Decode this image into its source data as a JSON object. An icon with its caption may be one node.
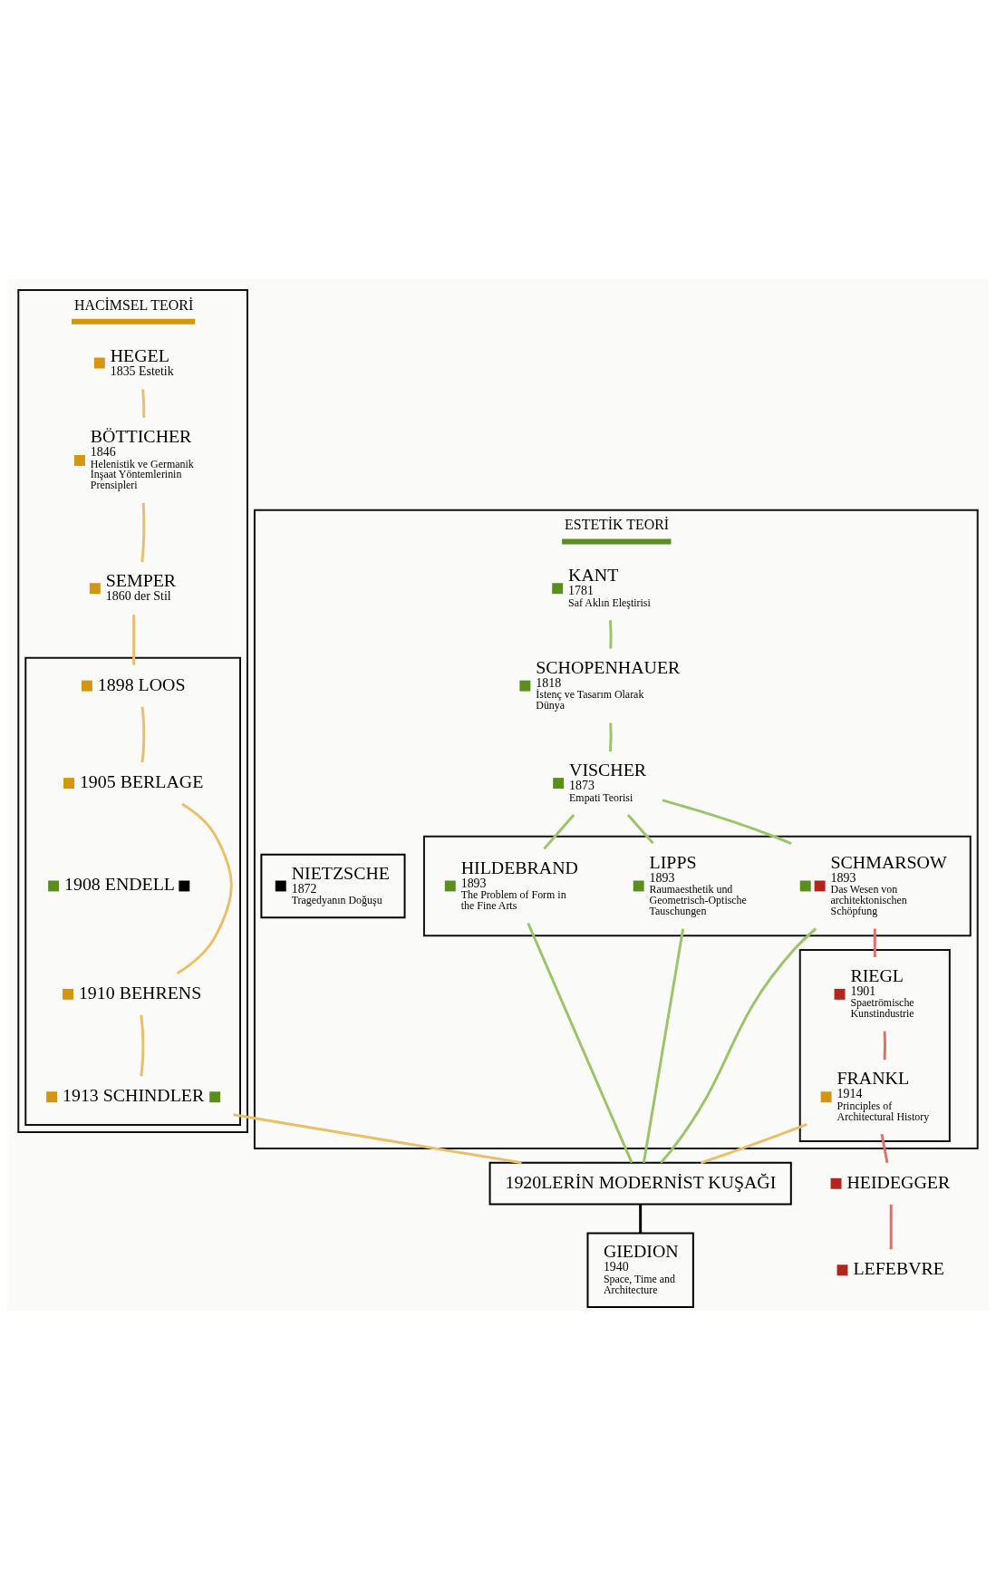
{
  "diagram": {
    "nodes": [
      {
        "text": [
          "HACİMSEL TEORİ"
        ]
      },
      {
        "text": [
          "ESTETİK TEORİ"
        ]
      },
      {
        "text": [
          "HEGEL",
          "1835 Estetik"
        ],
        "in": 0
      },
      {
        "text": [
          "BÖTTICHER",
          "1846",
          "Helenistik ve Germanik İnşaat Yöntemlerinin Prensipleri"
        ],
        "in": 0
      },
      {
        "text": [
          "SEMPER",
          "1860 der Stil"
        ],
        "in": 0
      },
      {
        "text": [],
        "shape": "box",
        "in": 0
      },
      {
        "text": [
          "1898 LOOS"
        ],
        "in": 5
      },
      {
        "text": [
          "1905 BERLAGE"
        ],
        "in": 5
      },
      {
        "text": [
          "1908 ENDELL"
        ],
        "in": 5
      },
      {
        "text": [
          "1910 BEHRENS"
        ],
        "in": 5
      },
      {
        "text": [
          "1913 SCHINDLER"
        ],
        "in": 5
      },
      {
        "text": [
          "KANT",
          "1781",
          "Saf Aklın Eleştirisi"
        ],
        "in": 1
      },
      {
        "text": [
          "SCHOPENHAUER",
          "1818",
          "İstenç ve Tasarım Olarak Dünya"
        ],
        "in": 1
      },
      {
        "text": [
          "VISCHER",
          "1873",
          "Empati Teorisi"
        ],
        "in": 1
      },
      {
        "text": [
          "NIETZSCHE",
          "1872",
          "Tragedyanın Doğuşu"
        ],
        "in": 1
      },
      {
        "text": [],
        "shape": "box",
        "in": 1
      },
      {
        "text": [
          "HILDEBRAND",
          "1893",
          "The Problem of Form in the Fine Arts"
        ],
        "in": 15
      },
      {
        "text": [
          "LIPPS",
          "1893",
          "Raumaesthetik und Geometrisch-Optische Tauschungen"
        ],
        "in": 15
      },
      {
        "text": [
          "SCHMARSOW",
          "1893",
          "Das Wesen von architektonischen Schöpfung"
        ],
        "in": 15
      },
      {
        "text": [],
        "shape": "box",
        "in": 1
      },
      {
        "text": [
          "RIEGL",
          "1901",
          "Spaetrömische Kunstindustrie"
        ],
        "in": 19
      },
      {
        "text": [
          "FRANKL",
          "1914",
          "Principles of Architectural History"
        ],
        "in": 19
      },
      {
        "text": [
          "1920LERİN MODERNİST KUŞAĞI"
        ]
      },
      {
        "text": [
          "GIEDION",
          "1940",
          "Space, Time and  Architecture"
        ]
      },
      {
        "text": [
          "HEIDEGGER"
        ]
      },
      {
        "text": [
          "LEFEBVRE"
        ]
      }
    ],
    "edges": [
      {
        "from": 2,
        "to": 3,
        "arrow": "none",
        "color": "#e8c06a"
      },
      {
        "from": 3,
        "to": 4,
        "arrow": "none",
        "color": "#e8c06a"
      },
      {
        "from": 4,
        "to": 6,
        "arrow": "none",
        "color": "#e8c06a"
      },
      {
        "from": 6,
        "to": 7,
        "arrow": "none",
        "color": "#e8c06a"
      },
      {
        "from": 7,
        "to": 9,
        "arrow": "none",
        "color": "#e8c06a"
      },
      {
        "from": 9,
        "to": 10,
        "arrow": "none",
        "color": "#e8c06a"
      },
      {
        "from": 10,
        "to": 22,
        "arrow": "none",
        "color": "#e8c06a"
      },
      {
        "from": 11,
        "to": 12,
        "arrow": "none",
        "color": "#9dc46a"
      },
      {
        "from": 12,
        "to": 13,
        "arrow": "none",
        "color": "#9dc46a"
      },
      {
        "from": 13,
        "to": 16,
        "arrow": "none",
        "color": "#9dc46a"
      },
      {
        "from": 13,
        "to": 17,
        "arrow": "none",
        "color": "#9dc46a"
      },
      {
        "from": 13,
        "to": 18,
        "arrow": "none",
        "color": "#9dc46a"
      },
      {
        "from": 16,
        "to": 22,
        "arrow": "none",
        "color": "#9dc46a"
      },
      {
        "from": 17,
        "to": 22,
        "arrow": "none",
        "color": "#9dc46a"
      },
      {
        "from": 18,
        "to": 22,
        "arrow": "none",
        "color": "#9dc46a"
      },
      {
        "from": 18,
        "to": 20,
        "arrow": "none",
        "color": "#d9736b"
      },
      {
        "from": 20,
        "to": 21,
        "arrow": "none",
        "color": "#d9736b"
      },
      {
        "from": 21,
        "to": 24,
        "arrow": "none",
        "color": "#d9736b"
      },
      {
        "from": 24,
        "to": 25,
        "arrow": "none",
        "color": "#d9736b"
      },
      {
        "from": 21,
        "to": 22,
        "arrow": "none",
        "color": "#e8c06a"
      },
      {
        "from": 22,
        "to": 23,
        "arrow": "none",
        "color": "#000000"
      }
    ]
  }
}
